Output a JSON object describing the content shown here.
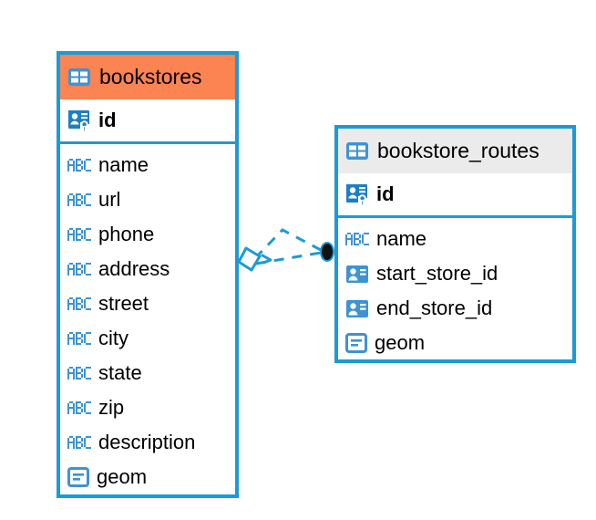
{
  "diagram": {
    "type": "entity-relationship-diagram",
    "background_color": "#ffffff",
    "accent_color": "#1c9ad6",
    "highlight_color": "#fc8352",
    "header_gray": "#ebebeb"
  },
  "entities": [
    {
      "name": "bookstores",
      "title": "bookstores",
      "header_style": "accent-orange",
      "table_icon": "table-icon",
      "primary_key": {
        "label": "id",
        "icon": "primary-key-icon",
        "type": "pk"
      },
      "fields": [
        {
          "label": "name",
          "icon": "abc-text-icon",
          "type": "text"
        },
        {
          "label": "url",
          "icon": "abc-text-icon",
          "type": "text"
        },
        {
          "label": "phone",
          "icon": "abc-text-icon",
          "type": "text"
        },
        {
          "label": "address",
          "icon": "abc-text-icon",
          "type": "text"
        },
        {
          "label": "street",
          "icon": "abc-text-icon",
          "type": "text"
        },
        {
          "label": "city",
          "icon": "abc-text-icon",
          "type": "text"
        },
        {
          "label": "state",
          "icon": "abc-text-icon",
          "type": "text"
        },
        {
          "label": "zip",
          "icon": "abc-text-icon",
          "type": "text"
        },
        {
          "label": "description",
          "icon": "abc-text-icon",
          "type": "text"
        },
        {
          "label": "geom",
          "icon": "geometry-icon",
          "type": "geometry"
        }
      ]
    },
    {
      "name": "bookstore_routes",
      "title": "bookstore_routes",
      "header_style": "accent-gray",
      "table_icon": "table-icon",
      "primary_key": {
        "label": "id",
        "icon": "primary-key-icon",
        "type": "pk"
      },
      "fields": [
        {
          "label": "name",
          "icon": "abc-text-icon",
          "type": "text"
        },
        {
          "label": "start_store_id",
          "icon": "foreign-key-icon",
          "type": "fk"
        },
        {
          "label": "end_store_id",
          "icon": "foreign-key-icon",
          "type": "fk"
        },
        {
          "label": "geom",
          "icon": "geometry-icon",
          "type": "geometry"
        }
      ]
    }
  ],
  "relationship": {
    "name": "bookstores-to-bookstore-routes",
    "line_style": "dashed",
    "line_color": "#1c9ad6",
    "source_marker": "diamond-marker",
    "target_marker": "filled-dot-marker"
  }
}
